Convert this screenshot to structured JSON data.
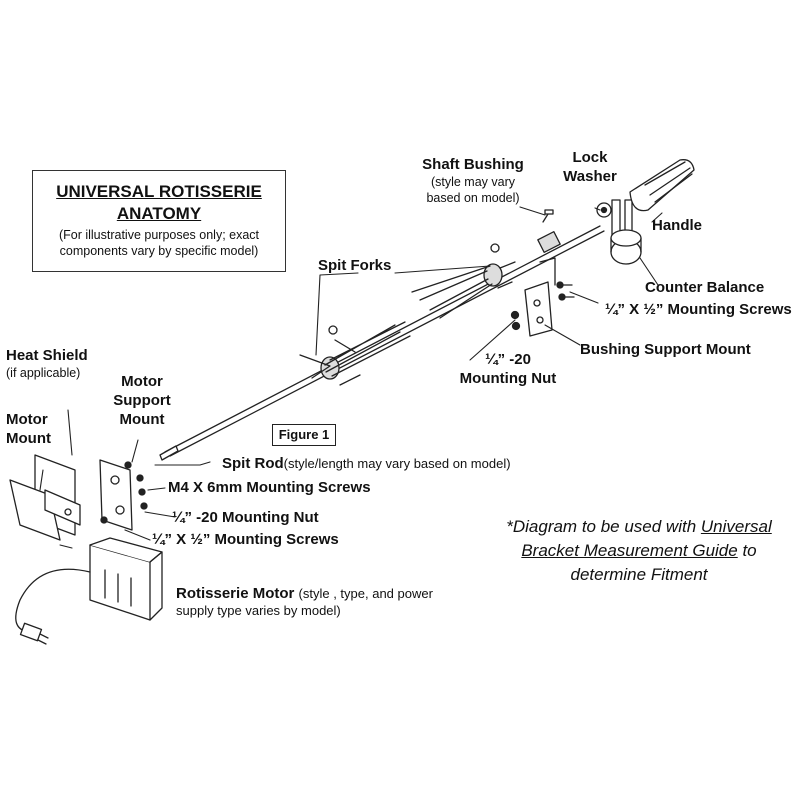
{
  "title": {
    "line1": "UNIVERSAL ROTISSERIE",
    "line2": "ANATOMY",
    "note": "(For illustrative purposes only; exact components vary by specific model)"
  },
  "figure_label": "Figure 1",
  "labels": {
    "shaft_bushing": "Shaft Bushing",
    "shaft_bushing_note": "(style may vary based on model)",
    "lock_washer_1": "Lock",
    "lock_washer_2": "Washer",
    "handle": "Handle",
    "spit_forks": "Spit Forks",
    "counter_balance": "Counter Balance",
    "mounting_screws_right": "¼” X ½” Mounting Screws",
    "bushing_support_mount": "Bushing Support Mount",
    "mounting_nut_center_1": "¼” -20",
    "mounting_nut_center_2": "Mounting Nut",
    "heat_shield": "Heat Shield",
    "heat_shield_note": "(if applicable)",
    "motor_support_mount_1": "Motor",
    "motor_support_mount_2": "Support",
    "motor_support_mount_3": "Mount",
    "motor_mount_1": "Motor",
    "motor_mount_2": "Mount",
    "spit_rod": "Spit Rod",
    "spit_rod_note": "(style/length may vary based on model)",
    "m4_screws": "M4 X 6mm Mounting Screws",
    "mounting_nut_left": "¼” -20 Mounting Nut",
    "mounting_screws_left": "¼” X ½” Mounting Screws",
    "rotisserie_motor": "Rotisserie Motor",
    "rotisserie_motor_note_1": "(style , type, and power",
    "rotisserie_motor_note_2": "supply type varies by model)"
  },
  "note": {
    "prefix": "*Diagram to be used with ",
    "link": "Universal Bracket Measurement Guide",
    "suffix": " to determine Fitment"
  }
}
